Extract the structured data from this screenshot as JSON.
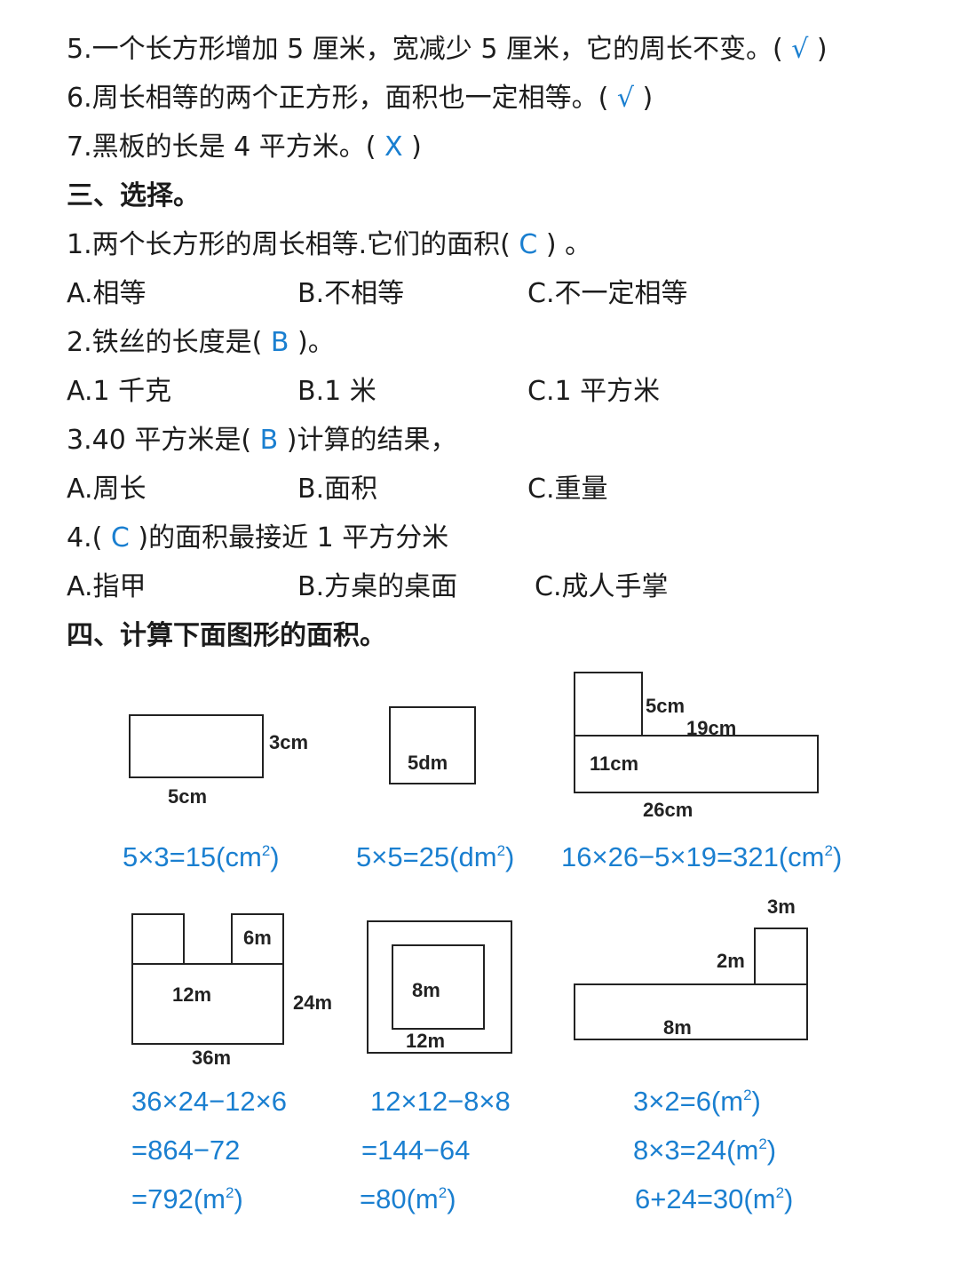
{
  "tf": [
    {
      "pre": "5.一个长方形增加 5 厘米，宽减少 5 厘米，它的周长不变。(",
      "ans": "√",
      "post": ")"
    },
    {
      "pre": "6.周长相等的两个正方形，面积也一定相等。(",
      "ans": "√",
      "post": ")"
    },
    {
      "pre": "7.黑板的长是 4 平方米。(",
      "ans": "X",
      "post": ")"
    }
  ],
  "section3_title": "三、选择。",
  "questions": [
    {
      "pre": "1.两个长方形的周长相等.它们的面积(",
      "ans": "C",
      "post": ") 。",
      "options": [
        "A.相等",
        "B.不相等",
        "C.不一定相等"
      ]
    },
    {
      "pre": "2.铁丝的长度是(",
      "ans": "B",
      "post": ")。",
      "options": [
        "A.1 千克",
        "B.1 米",
        "C.1 平方米"
      ]
    },
    {
      "pre": "3.40 平方米是(",
      "ans": "B",
      "post": ")计算的结果，",
      "options": [
        "A.周长",
        "B.面积",
        "C.重量"
      ]
    },
    {
      "pre": "4.(",
      "ans": "C",
      "post": ")的面积最接近 1 平方分米",
      "options": [
        "A.指甲",
        "B.方桌的桌面",
        "C.成人手掌"
      ]
    }
  ],
  "section4_title": "四、计算下面图形的面积。",
  "figures": {
    "f1": {
      "label_side": "3cm",
      "label_bottom": "5cm",
      "answer": "5×3=15(cm",
      "answer_sup": "2",
      "answer_end": ")"
    },
    "f2": {
      "label_inside": "5dm",
      "answer": "5×5=25(dm",
      "answer_sup": "2",
      "answer_end": ")"
    },
    "f3": {
      "label_a": "5cm",
      "label_b": "19cm",
      "label_c": "11cm",
      "label_d": "26cm",
      "answer": "16×26−5×19=321(cm",
      "answer_sup": "2",
      "answer_end": ")"
    },
    "f4": {
      "label_a": "6m",
      "label_b": "12m",
      "label_c": "24m",
      "label_d": "36m",
      "step1": "36×24−12×6",
      "step2": "=864−72",
      "step3": "=792(m",
      "step3_sup": "2",
      "step3_end": ")"
    },
    "f5": {
      "label_a": "8m",
      "label_b": "12m",
      "step1": "12×12−8×8",
      "step2": "=144−64",
      "step3": "=80(m",
      "step3_sup": "2",
      "step3_end": ")"
    },
    "f6": {
      "label_a": "3m",
      "label_b": "2m",
      "label_c": "8m",
      "step1": "3×2=6(m",
      "step1_sup": "2",
      "step1_end": ")",
      "step2": "8×3=24(m",
      "step2_sup": "2",
      "step2_end": ")",
      "step3": "6+24=30(m",
      "step3_sup": "2",
      "step3_end": ")"
    }
  }
}
